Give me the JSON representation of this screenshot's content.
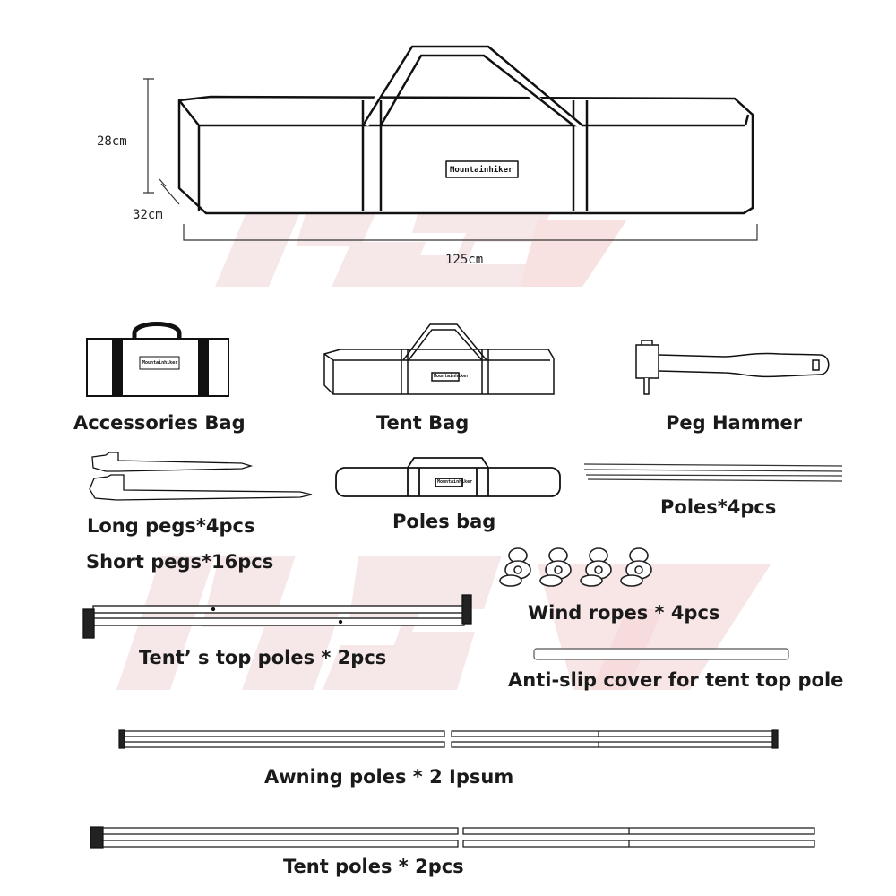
{
  "watermark": {
    "text": "HSY",
    "color": "#f2d4d4"
  },
  "main_bag": {
    "brand": "Mountainhiker",
    "height_label": "28cm",
    "depth_label": "32cm",
    "length_label": "125cm"
  },
  "items": {
    "accessories_bag": {
      "label": "Accessories Bag",
      "brand": "Mountainhiker"
    },
    "tent_bag": {
      "label": "Tent Bag",
      "brand": "Mountainhiker"
    },
    "peg_hammer": {
      "label": "Peg Hammer"
    },
    "pegs": {
      "label_long": "Long pegs*4pcs",
      "label_short": "Short pegs*16pcs"
    },
    "poles_bag": {
      "label": "Poles bag",
      "brand": "Mountainhiker"
    },
    "poles": {
      "label": "Poles*4pcs"
    },
    "wind_ropes": {
      "label": "Wind ropes * 4pcs"
    },
    "top_poles": {
      "label": "Tent’ s top poles * 2pcs"
    },
    "anti_slip": {
      "label": "Anti-slip cover for tent top pole"
    },
    "awning_poles": {
      "label": "Awning poles * 2 Ipsum"
    },
    "tent_poles": {
      "label": "Tent poles * 2pcs"
    }
  }
}
